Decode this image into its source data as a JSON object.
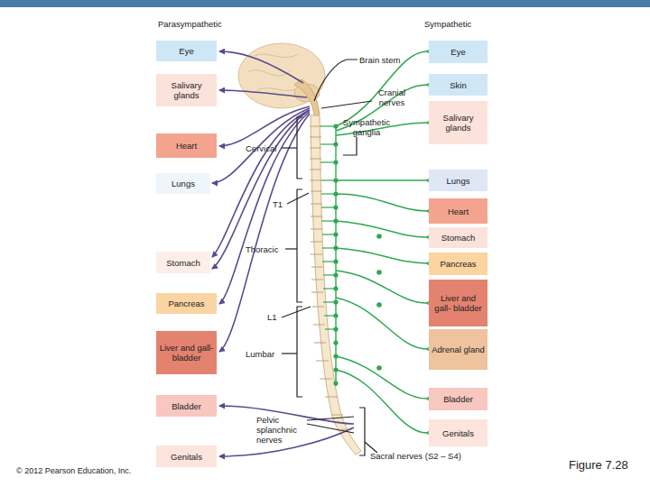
{
  "diagram": {
    "caption": "Figure 7.28",
    "nodes": [
      {
        "text": [
          "Eye"
        ]
      },
      {
        "text": [
          "Salivary glands"
        ]
      },
      {
        "text": [
          "Heart"
        ]
      },
      {
        "text": [
          "Lungs"
        ]
      },
      {
        "text": [
          "Stomach"
        ]
      },
      {
        "text": [
          "Pancreas"
        ]
      },
      {
        "text": [
          "Liver and gall- bladder"
        ]
      },
      {
        "text": [
          "Bladder"
        ]
      },
      {
        "text": [
          "Genitals"
        ]
      },
      {
        "text": [
          "Eye"
        ]
      },
      {
        "text": [
          "Skin"
        ]
      },
      {
        "text": [
          "Salivary glands"
        ]
      },
      {
        "text": [
          "Lungs"
        ]
      },
      {
        "text": [
          "Heart"
        ]
      },
      {
        "text": [
          "Stomach"
        ]
      },
      {
        "text": [
          "Pancreas"
        ]
      },
      {
        "text": [
          "Liver and gall- bladder"
        ]
      },
      {
        "text": [
          "Adrenal gland"
        ]
      },
      {
        "text": [
          "Bladder"
        ]
      },
      {
        "text": [
          "Genitals"
        ]
      }
    ],
    "labels": [
      "Parasympathetic",
      "Sympathetic",
      "Brain stem",
      "Cranial nerves",
      "Sympathetic ganglia",
      "Cervical",
      "T1",
      "Thoracic",
      "L1",
      "Lumbar",
      "Pelvic splanchnic nerves",
      "Sacral nerves (S2 – S4)",
      "© 2012 Pearson Education, Inc."
    ]
  }
}
